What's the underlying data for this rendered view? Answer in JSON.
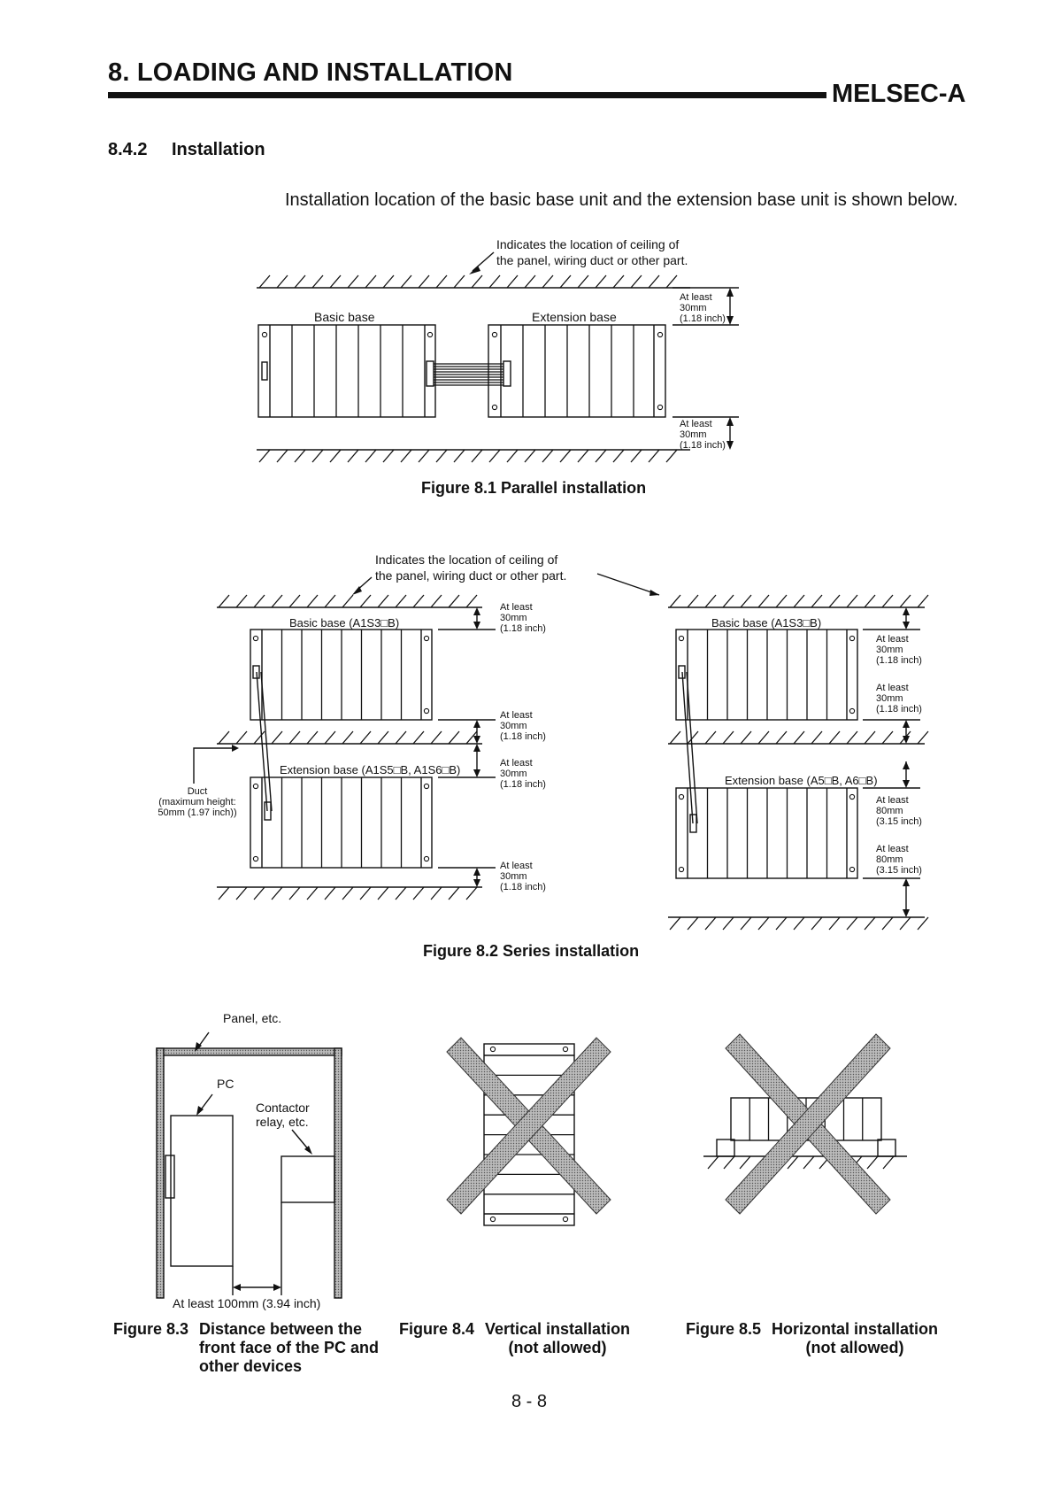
{
  "header": {
    "chapter_title": "8. LOADING AND INSTALLATION",
    "brand": "MELSEC-A"
  },
  "section": {
    "number": "8.4.2",
    "title": "Installation",
    "intro": "Installation location of the basic base unit and the extension base unit is shown below."
  },
  "fig81": {
    "note_line1": "Indicates the location of ceiling of",
    "note_line2": "the panel, wiring duct or other part.",
    "basic_label": "Basic base",
    "extension_label": "Extension base",
    "top_clear": [
      "At least",
      "30mm",
      "(1.18 inch)"
    ],
    "bottom_clear": [
      "At least",
      "30mm",
      "(1.18 inch)"
    ],
    "caption": "Figure 8.1  Parallel installation"
  },
  "fig82": {
    "note_line1": "Indicates the location of ceiling of",
    "note_line2": "the panel, wiring duct or other part.",
    "left_basic_label": "Basic base (A1S3□B)",
    "left_ext_label": "Extension base (A1S5□B, A1S6□B)",
    "duct_line1": "Duct",
    "duct_line2": "(maximum height:",
    "duct_line3": "50mm (1.97 inch))",
    "left_clear_1": [
      "At least",
      "30mm",
      "(1.18 inch)"
    ],
    "left_clear_2": [
      "At least",
      "30mm",
      "(1.18 inch)"
    ],
    "left_clear_3": [
      "At least",
      "30mm",
      "(1.18 inch)"
    ],
    "left_clear_4": [
      "At least",
      "30mm",
      "(1.18 inch)"
    ],
    "right_basic_label": "Basic base (A1S3□B)",
    "right_ext_label": "Extension base (A5□B, A6□B)",
    "right_clear_1": [
      "At least",
      "30mm",
      "(1.18 inch)"
    ],
    "right_clear_2": [
      "At least",
      "30mm",
      "(1.18 inch)"
    ],
    "right_clear_3": [
      "At least",
      "80mm",
      "(3.15 inch)"
    ],
    "right_clear_4": [
      "At least",
      "80mm",
      "(3.15 inch)"
    ],
    "caption": "Figure 8.2  Series installation"
  },
  "fig83": {
    "panel_label": "Panel, etc.",
    "pc_label": "PC",
    "contactor_line1": "Contactor",
    "contactor_line2": "relay, etc.",
    "distance_label": "At least 100mm (3.94 inch)",
    "caption_num": "Figure 8.3",
    "caption_lines": [
      "Distance between the",
      "front face of the PC and",
      "other devices"
    ]
  },
  "fig84": {
    "caption_num": "Figure 8.4",
    "caption_lines": [
      "Vertical installation",
      "(not allowed)"
    ]
  },
  "fig85": {
    "caption_num": "Figure 8.5",
    "caption_lines": [
      "Horizontal installation",
      "(not allowed)"
    ]
  },
  "page_number": "8 - 8"
}
